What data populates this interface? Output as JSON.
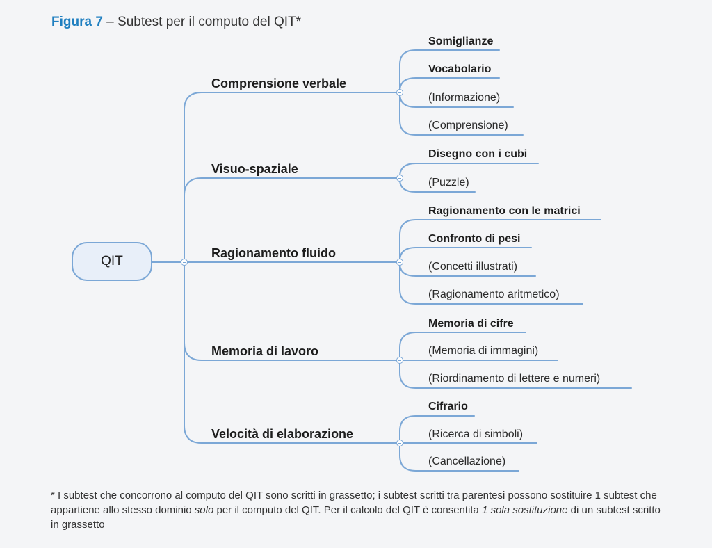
{
  "caption": {
    "label": "Figura 7",
    "separator": " – ",
    "text": "Subtest per il computo del QIT*"
  },
  "mindmap": {
    "root": "QIT",
    "branches": [
      {
        "label": "Comprensione verbale",
        "leaves": [
          {
            "label": "Somiglianze",
            "bold": true
          },
          {
            "label": "Vocabolario",
            "bold": true
          },
          {
            "label": "(Informazione)",
            "bold": false
          },
          {
            "label": "(Comprensione)",
            "bold": false
          }
        ]
      },
      {
        "label": "Visuo-spaziale",
        "leaves": [
          {
            "label": "Disegno con i cubi",
            "bold": true
          },
          {
            "label": "(Puzzle)",
            "bold": false
          }
        ]
      },
      {
        "label": "Ragionamento fluido",
        "leaves": [
          {
            "label": "Ragionamento con le matrici",
            "bold": true
          },
          {
            "label": "Confronto di pesi",
            "bold": true
          },
          {
            "label": "(Concetti illustrati)",
            "bold": false
          },
          {
            "label": "(Ragionamento aritmetico)",
            "bold": false
          }
        ]
      },
      {
        "label": "Memoria di lavoro",
        "leaves": [
          {
            "label": "Memoria di cifre",
            "bold": true
          },
          {
            "label": "(Memoria di immagini)",
            "bold": false
          },
          {
            "label": "(Riordinamento di lettere e numeri)",
            "bold": false
          }
        ]
      },
      {
        "label": "Velocità di elaborazione",
        "leaves": [
          {
            "label": "Cifrario",
            "bold": true
          },
          {
            "label": "(Ricerca di simboli)",
            "bold": false
          },
          {
            "label": "(Cancellazione)",
            "bold": false
          }
        ]
      }
    ]
  },
  "footnote": {
    "part1": "* I subtest che concorrono al computo del QIT sono scritti in grassetto; i subtest scritti tra parentesi possono sostituire 1 subtest che appartiene allo stesso dominio ",
    "italic1": "solo",
    "part2": " per il computo del QIT. Per il calcolo del QIT è consentita ",
    "italic2": "1 sola sostituzione",
    "part3": " di un subtest scritto in grassetto"
  },
  "colors": {
    "connector": "#7ba7d6",
    "root_fill": "#e8eff9",
    "caption_accent": "#1f7fc0"
  }
}
